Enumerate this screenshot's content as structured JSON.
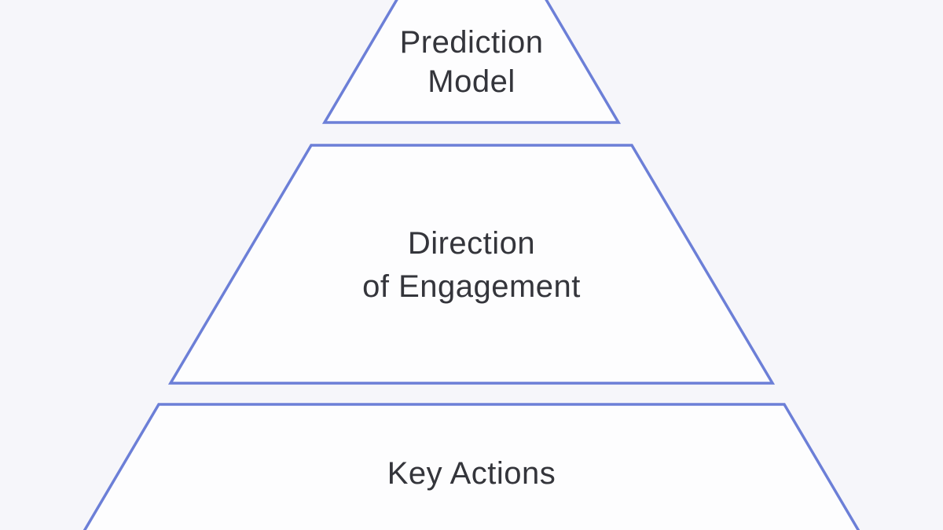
{
  "colors": {
    "background": "#f6f6fa",
    "tier_fill": "#fdfdfe",
    "tier_outline": "#6c7fd7",
    "label_text": "#34353b"
  },
  "pyramid": {
    "kind": "three-tier-pyramid",
    "tiers": [
      {
        "id": "prediction-model",
        "lines": [
          "Prediction",
          "Model"
        ]
      },
      {
        "id": "direction-of-engagement",
        "lines": [
          "Direction",
          "of Engagement"
        ]
      },
      {
        "id": "key-actions",
        "lines": [
          "Key Actions"
        ]
      }
    ]
  }
}
